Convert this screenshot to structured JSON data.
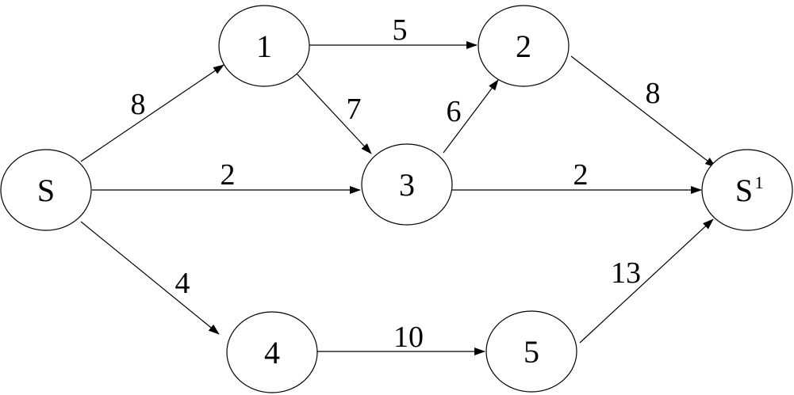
{
  "nodes": {
    "S": {
      "label": "S"
    },
    "n1": {
      "label": "1"
    },
    "n2": {
      "label": "2"
    },
    "n3": {
      "label": "3"
    },
    "n4": {
      "label": "4"
    },
    "n5": {
      "label": "5"
    },
    "T": {
      "label": "S",
      "superscript": "1"
    }
  },
  "edges": {
    "S_1": {
      "from": "S",
      "to": "1",
      "weight": "8"
    },
    "S_3": {
      "from": "S",
      "to": "3",
      "weight": "2"
    },
    "S_4": {
      "from": "S",
      "to": "4",
      "weight": "4"
    },
    "1_2": {
      "from": "1",
      "to": "2",
      "weight": "5"
    },
    "1_3": {
      "from": "1",
      "to": "3",
      "weight": "7"
    },
    "3_2": {
      "from": "3",
      "to": "2",
      "weight": "6"
    },
    "2_T": {
      "from": "2",
      "to": "S1",
      "weight": "8"
    },
    "3_T": {
      "from": "3",
      "to": "S1",
      "weight": "2"
    },
    "4_5": {
      "from": "4",
      "to": "5",
      "weight": "10"
    },
    "5_T": {
      "from": "5",
      "to": "S1",
      "weight": "13"
    }
  }
}
